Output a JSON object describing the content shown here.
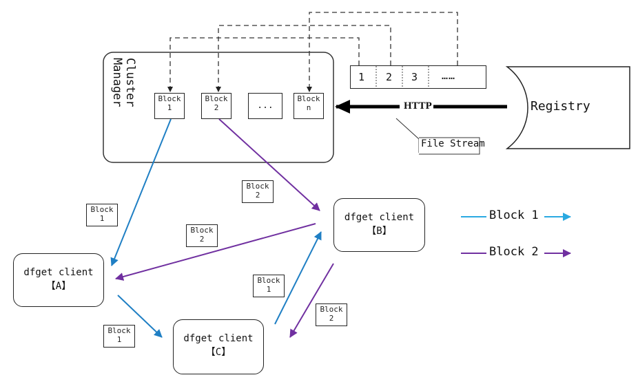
{
  "cluster_manager": {
    "title_line1": "Cluster",
    "title_line2": "Manager",
    "blocks": [
      {
        "line1": "Block",
        "line2": "1"
      },
      {
        "line1": "Block",
        "line2": "2"
      },
      {
        "line1": "...",
        "line2": ""
      },
      {
        "line1": "Block",
        "line2": "n"
      }
    ]
  },
  "stream_cells": [
    "1",
    "2",
    "3",
    "……"
  ],
  "registry": {
    "label": "Registry"
  },
  "http_label": "HTTP",
  "file_stream_label": "File Stream",
  "clients": {
    "a": {
      "line1": "dfget client",
      "line2": "【A】"
    },
    "b": {
      "line1": "dfget client",
      "line2": "【B】"
    },
    "c": {
      "line1": "dfget client",
      "line2": "【C】"
    }
  },
  "flow_labels": {
    "cm_to_a": {
      "line1": "Block",
      "line2": "1"
    },
    "cm_to_b": {
      "line1": "Block",
      "line2": "2"
    },
    "b_to_a": {
      "line1": "Block",
      "line2": "2"
    },
    "a_to_c": {
      "line1": "Block",
      "line2": "1"
    },
    "c_to_b": {
      "line1": "Block",
      "line2": "1"
    },
    "b_to_c": {
      "line1": "Block",
      "line2": "2"
    }
  },
  "legend": {
    "block1": {
      "label": "Block 1",
      "color": "#29a9e1"
    },
    "block2": {
      "label": "Block 2",
      "color": "#7030a0"
    }
  },
  "colors": {
    "block1_arrow": "#1f7fc4",
    "block2_arrow": "#7030a0"
  }
}
